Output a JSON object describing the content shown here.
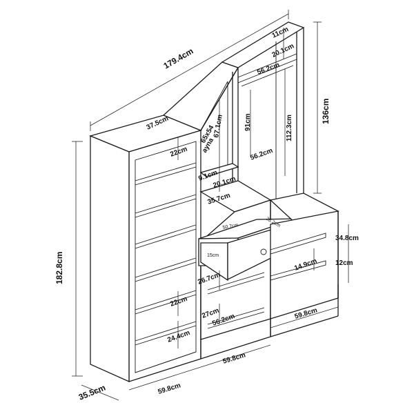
{
  "dimensions": {
    "total_width": "179.4cm",
    "total_height": "182.8cm",
    "depth": "35.5cm",
    "right_height": "136cm",
    "left_top_depth": "37.5cm",
    "left_shelf_top": "22cm",
    "left_shelf_mid": "22cm",
    "left_shelf_bottom": "24.4cm",
    "left_width": "59.8cm",
    "mirror_height": "67.1cm",
    "mirror_size": "65x54",
    "mirror_word": "ayna",
    "mid_gap_top": "9.1cm",
    "mid_gap_shelf": "20.1cm",
    "mid_shelf_depth": "35.7cm",
    "drawer_width": "50.7cm",
    "drawer_depth": "28.2cm",
    "drawer_height": "15cm",
    "mid_lower_1": "26.7cm",
    "mid_lower_2": "27cm",
    "mid_inner_width": "56.2cm",
    "mid_width": "59.8cm",
    "right_top_gap": "11cm",
    "right_top_shelf": "20.1cm",
    "right_rail_width": "56.2cm",
    "right_hang_height": "91cm",
    "right_inner_height": "112.3cm",
    "right_inner_width": "56.2cm",
    "bench_height": "34.8cm",
    "bench_shelf": "14.9cm",
    "bench_bottom": "12cm",
    "right_width": "59.8cm"
  }
}
